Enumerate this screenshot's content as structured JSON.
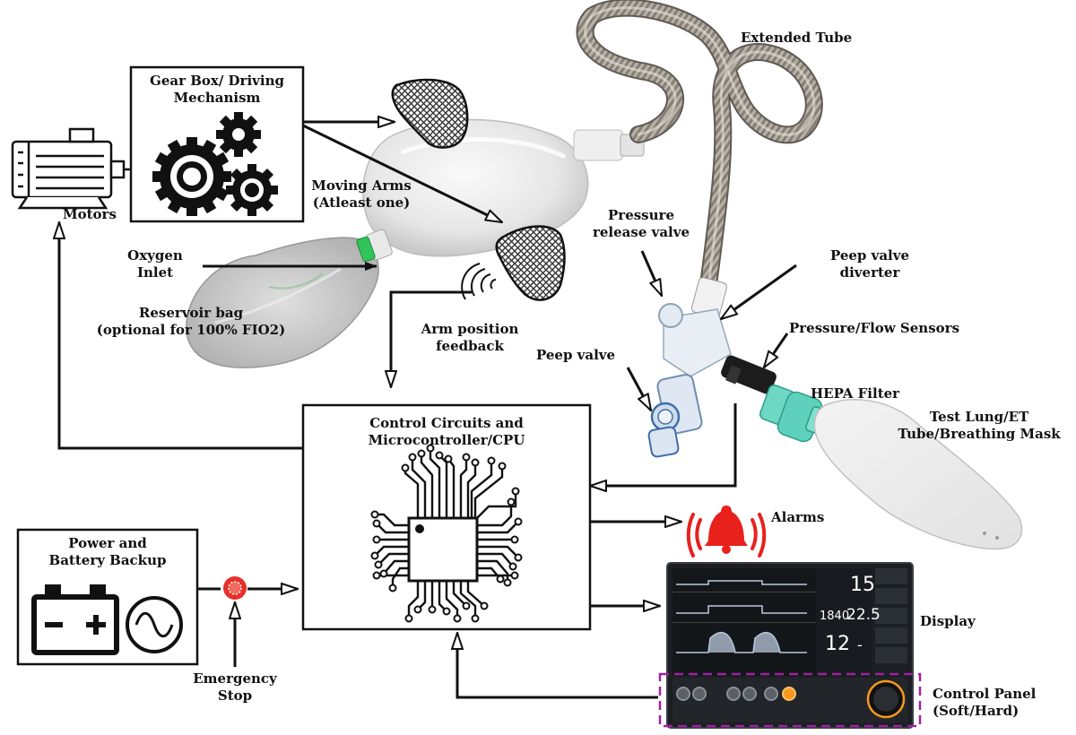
{
  "labels": {
    "gearbox": "Gear Box/ Driving\nMechanism",
    "motors": "Motors",
    "moving_arms": "Moving Arms\n(Atleast one)",
    "oxygen_inlet": "Oxygen\nInlet",
    "reservoir_bag": "Reservoir bag\n(optional for 100% FIO2)",
    "arm_feedback": "Arm position\nfeedback",
    "extended_tube": "Extended Tube",
    "pressure_release_valve": "Pressure\nrelease valve",
    "peep_diverter": "Peep valve\ndiverter",
    "pressure_flow_sensors": "Pressure/Flow Sensors",
    "peep_valve": "Peep valve",
    "hepa_filter": "HEPA Filter",
    "test_lung": "Test Lung/ET\nTube/Breathing Mask",
    "control_circuits": "Control Circuits and\nMicrocontroller/CPU",
    "alarms": "Alarms",
    "power": "Power and\nBattery Backup",
    "emergency_stop": "Emergency\nStop",
    "display": "Display",
    "control_panel": "Control Panel\n(Soft/Hard)"
  },
  "monitor": {
    "value1": "15",
    "value2": "1840",
    "value3": "22.5",
    "value4": "12",
    "value5": "-"
  },
  "colors": {
    "alarm": "#e8211d",
    "estop": "#e8302a",
    "panel_outline": "#a020a0",
    "knob_ring": "#f59a1e",
    "monitor_bg": "#1b1e22",
    "wave": "#b9c8dc"
  }
}
